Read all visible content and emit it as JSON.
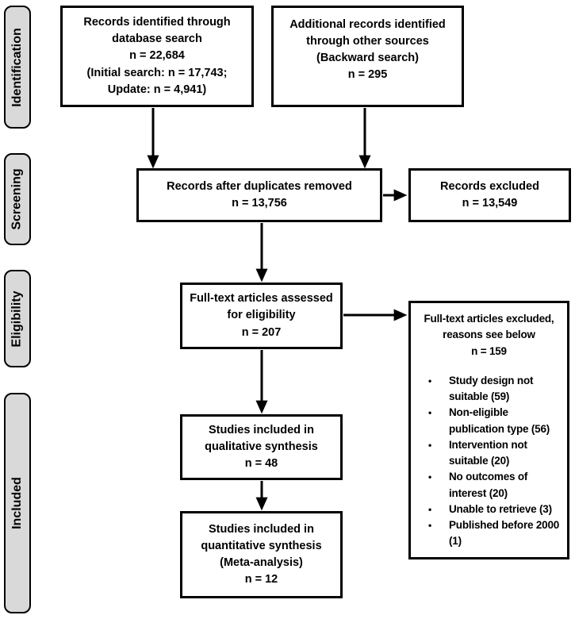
{
  "diagram": {
    "kind": "prisma-flow-diagram"
  },
  "colors": {
    "stage_fill": "#d9d9d9",
    "border": "#000000",
    "arrow": "#000000",
    "text": "#000000",
    "background": "#ffffff"
  },
  "stages": [
    {
      "label": "Identification"
    },
    {
      "label": "Screening"
    },
    {
      "label": "Eligibility"
    },
    {
      "label": "Included"
    }
  ],
  "boxes": {
    "records_identified": {
      "text": "Records identified through\ndatabase search\nn = 22,684\n(Initial search: n = 17,743;\nUpdate: n = 4,941)"
    },
    "additional_records": {
      "text": "Additional records identified\nthrough other sources\n(Backward search)\nn = 295"
    },
    "duplicates_removed": {
      "text": "Records after duplicates removed\nn = 13,756"
    },
    "records_excluded": {
      "text": "Records excluded\nn = 13,549"
    },
    "fulltext_assessed": {
      "text": "Full-text articles assessed\nfor eligibility\nn = 207"
    },
    "fulltext_excluded": {
      "title": "Full-text articles excluded,\nreasons see below\nn = 159",
      "bullet_glyph": "•",
      "reasons": [
        "Study design not suitable (59)",
        "Non-eligible publication type (56)",
        "Intervention not suitable (20)",
        "No outcomes of interest (20)",
        "Unable to retrieve (3)",
        "Published before 2000 (1)"
      ]
    },
    "qualitative_synthesis": {
      "text": "Studies included in\nqualitative synthesis\nn = 48"
    },
    "quantitative_synthesis": {
      "text": "Studies included in\nquantitative synthesis\n(Meta-analysis)\nn = 12"
    }
  }
}
